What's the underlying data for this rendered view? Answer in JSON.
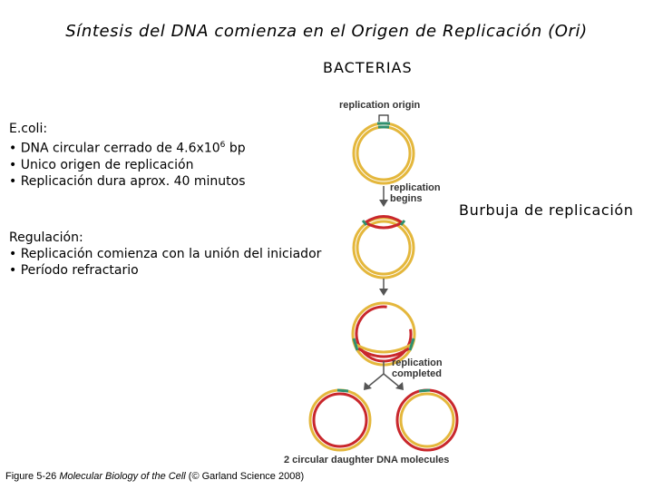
{
  "title": "Síntesis del DNA comienza en el Origen de Replicación (Ori)",
  "subtitle": "BACTERIAS",
  "ecoli": {
    "heading": "E.coli:",
    "bullets": [
      "• DNA circular cerrado de 4.6x10",
      "• Unico origen de replicación",
      "• Replicación dura aprox. 40 minutos"
    ],
    "sup": "6",
    "unit": " bp"
  },
  "regulacion": {
    "heading": "Regulación:",
    "bullets": [
      "• Replicación comienza con la unión del iniciador",
      "• Período refractario"
    ]
  },
  "bubble_label": "Burbuja de replicación",
  "diagram": {
    "origin_label": "replication origin",
    "begins_label": [
      "replication",
      "begins"
    ],
    "completed_label": [
      "replication",
      "completed"
    ],
    "daughter_label": "2 circular daughter DNA molecules",
    "colors": {
      "parent": "#e4b73c",
      "new": "#c9272c",
      "origin": "#2f8f6f",
      "arrow": "#555555"
    }
  },
  "caption": {
    "prefix": "Figure 5-26  ",
    "book": "Molecular Biology of the Cell",
    "suffix": " (© Garland Science 2008)"
  }
}
